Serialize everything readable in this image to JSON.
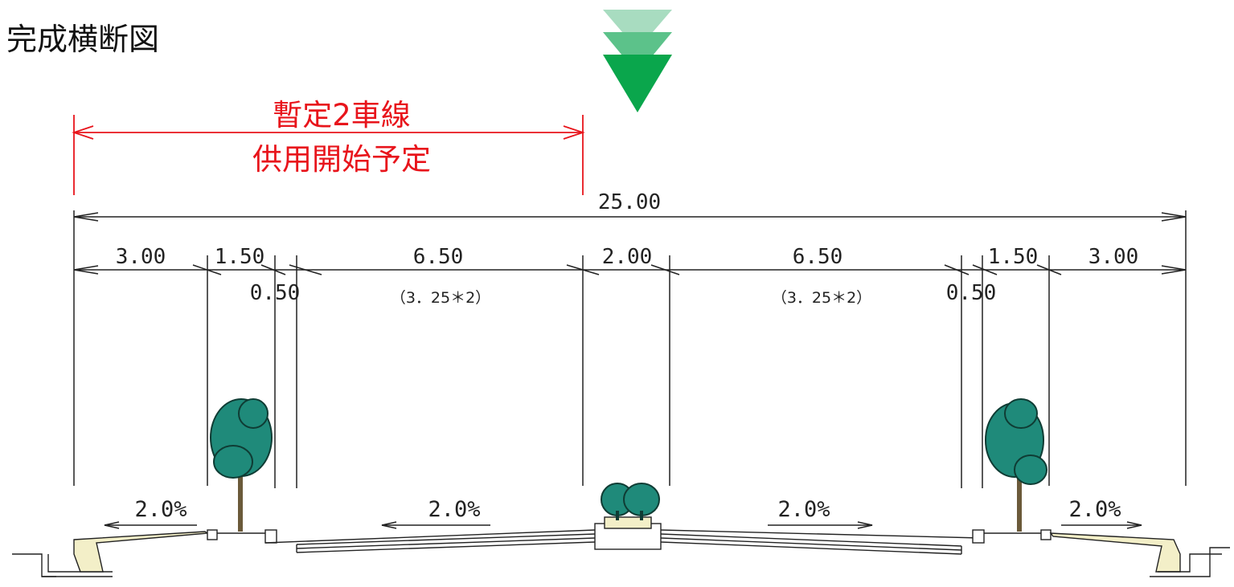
{
  "title": "完成横断図",
  "callout": {
    "line1": "暫定2車線",
    "line2": "供用開始予定",
    "color": "#e8141b"
  },
  "arrow_colors": [
    "#a8dcc0",
    "#5cc28a",
    "#0aa64c"
  ],
  "dimensions": {
    "total": "25.00",
    "sidewalk_left": "3.00",
    "planting_left": "1.50",
    "shoulder_left": "0.50",
    "lanes_left": "6.50",
    "lanes_left_note": "（3．25＊2）",
    "median": "2.00",
    "lanes_right": "6.50",
    "lanes_right_note": "（3．25＊2）",
    "shoulder_right": "0.50",
    "planting_right": "1.50",
    "sidewalk_right": "3.00"
  },
  "slopes": {
    "sidewalk_left": "2.0%",
    "road_left": "2.0%",
    "road_right": "2.0%",
    "sidewalk_right": "2.0%"
  },
  "colors": {
    "tree": "#1f8a7a",
    "tree_dark": "#0f3c34",
    "curb_fill": "#f3efc8"
  }
}
